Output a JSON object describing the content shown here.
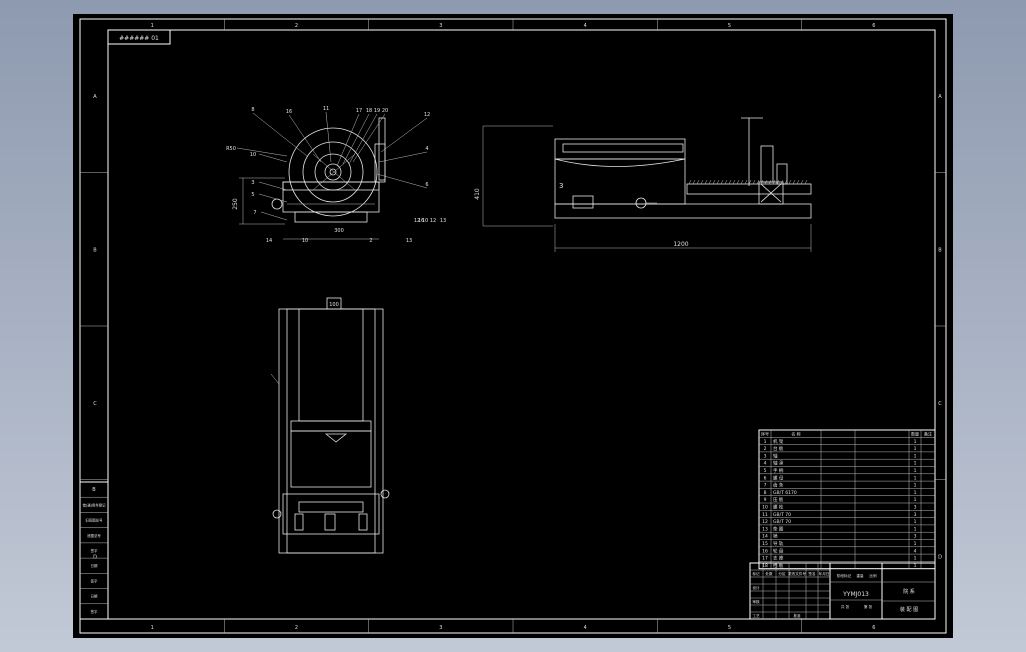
{
  "frame": {
    "column_labels": [
      "1",
      "2",
      "3",
      "4",
      "5",
      "6"
    ],
    "row_labels": [
      "A",
      "B",
      "C",
      "D"
    ],
    "drawing_number_box": "###### 01"
  },
  "front_view": {
    "balloons": [
      "8",
      "16",
      "11",
      "17",
      "18",
      "19",
      "20",
      "12",
      "4",
      "6"
    ],
    "left_labels": [
      "R50",
      "10",
      "3",
      "5",
      "7"
    ],
    "bottom_labels": [
      "14",
      "10",
      "300",
      "2",
      "13",
      "12",
      "16",
      "10",
      "12",
      "13"
    ],
    "dim_height": "250"
  },
  "side_view": {
    "dim_height": "410",
    "dim_length": "1200",
    "part_number": "3"
  },
  "top_view": {
    "dim_top": "100"
  },
  "parts_list": {
    "headers": [
      "序号",
      "名 称",
      "数量",
      "备注"
    ],
    "rows": [
      [
        "1",
        "机 架",
        "1"
      ],
      [
        "2",
        "台 板",
        "1"
      ],
      [
        "3",
        "轴",
        "1"
      ],
      [
        "4",
        "轴 承",
        "1"
      ],
      [
        "5",
        "手 柄",
        "1"
      ],
      [
        "6",
        "螺 母",
        "1"
      ],
      [
        "7",
        "齿 条",
        "1"
      ],
      [
        "8",
        "GB/T 6170",
        "1"
      ],
      [
        "9",
        "压 板",
        "1"
      ],
      [
        "10",
        "螺 栓",
        "3"
      ],
      [
        "11",
        "GB/T 70",
        "3"
      ],
      [
        "12",
        "GB/T 70",
        "1"
      ],
      [
        "13",
        "垫 圈",
        "1"
      ],
      [
        "14",
        "销",
        "3"
      ],
      [
        "15",
        "导 轨",
        "1"
      ],
      [
        "16",
        "轮 盘",
        "4"
      ],
      [
        "17",
        "支 座",
        "1"
      ],
      [
        "18",
        "挡 板",
        "1"
      ]
    ]
  },
  "title_block": {
    "drawing_code": "YYMJ013",
    "org": "院 系",
    "title": "装 配 图",
    "cells": [
      "标记",
      "处数",
      "分区",
      "更改文件号",
      "签名",
      "年月日",
      "设计",
      "审核",
      "工艺",
      "批准",
      "阶段标记",
      "重量",
      "比例",
      "共 张",
      "第 张"
    ]
  },
  "left_strip": {
    "cells": [
      "B",
      "借(通)用件登记",
      "旧底图总号",
      "底图总号",
      "签字",
      "日期",
      "签字",
      "日期",
      "签字"
    ]
  }
}
